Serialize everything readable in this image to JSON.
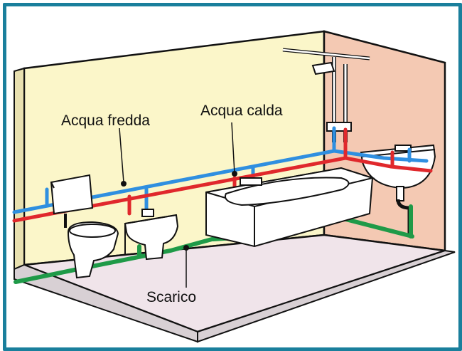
{
  "labels": {
    "cold_water": "Acqua fredda",
    "hot_water": "Acqua calda",
    "drain": "Scarico"
  },
  "colors": {
    "frame": "#1a7f9c",
    "cold_pipe": "#2f8fe0",
    "hot_pipe": "#e0282c",
    "drain_pipe": "#1f9a48",
    "back_wall": "#fbf6c9",
    "side_wall": "#f4c9b3",
    "floor": "#f0e4ea"
  }
}
